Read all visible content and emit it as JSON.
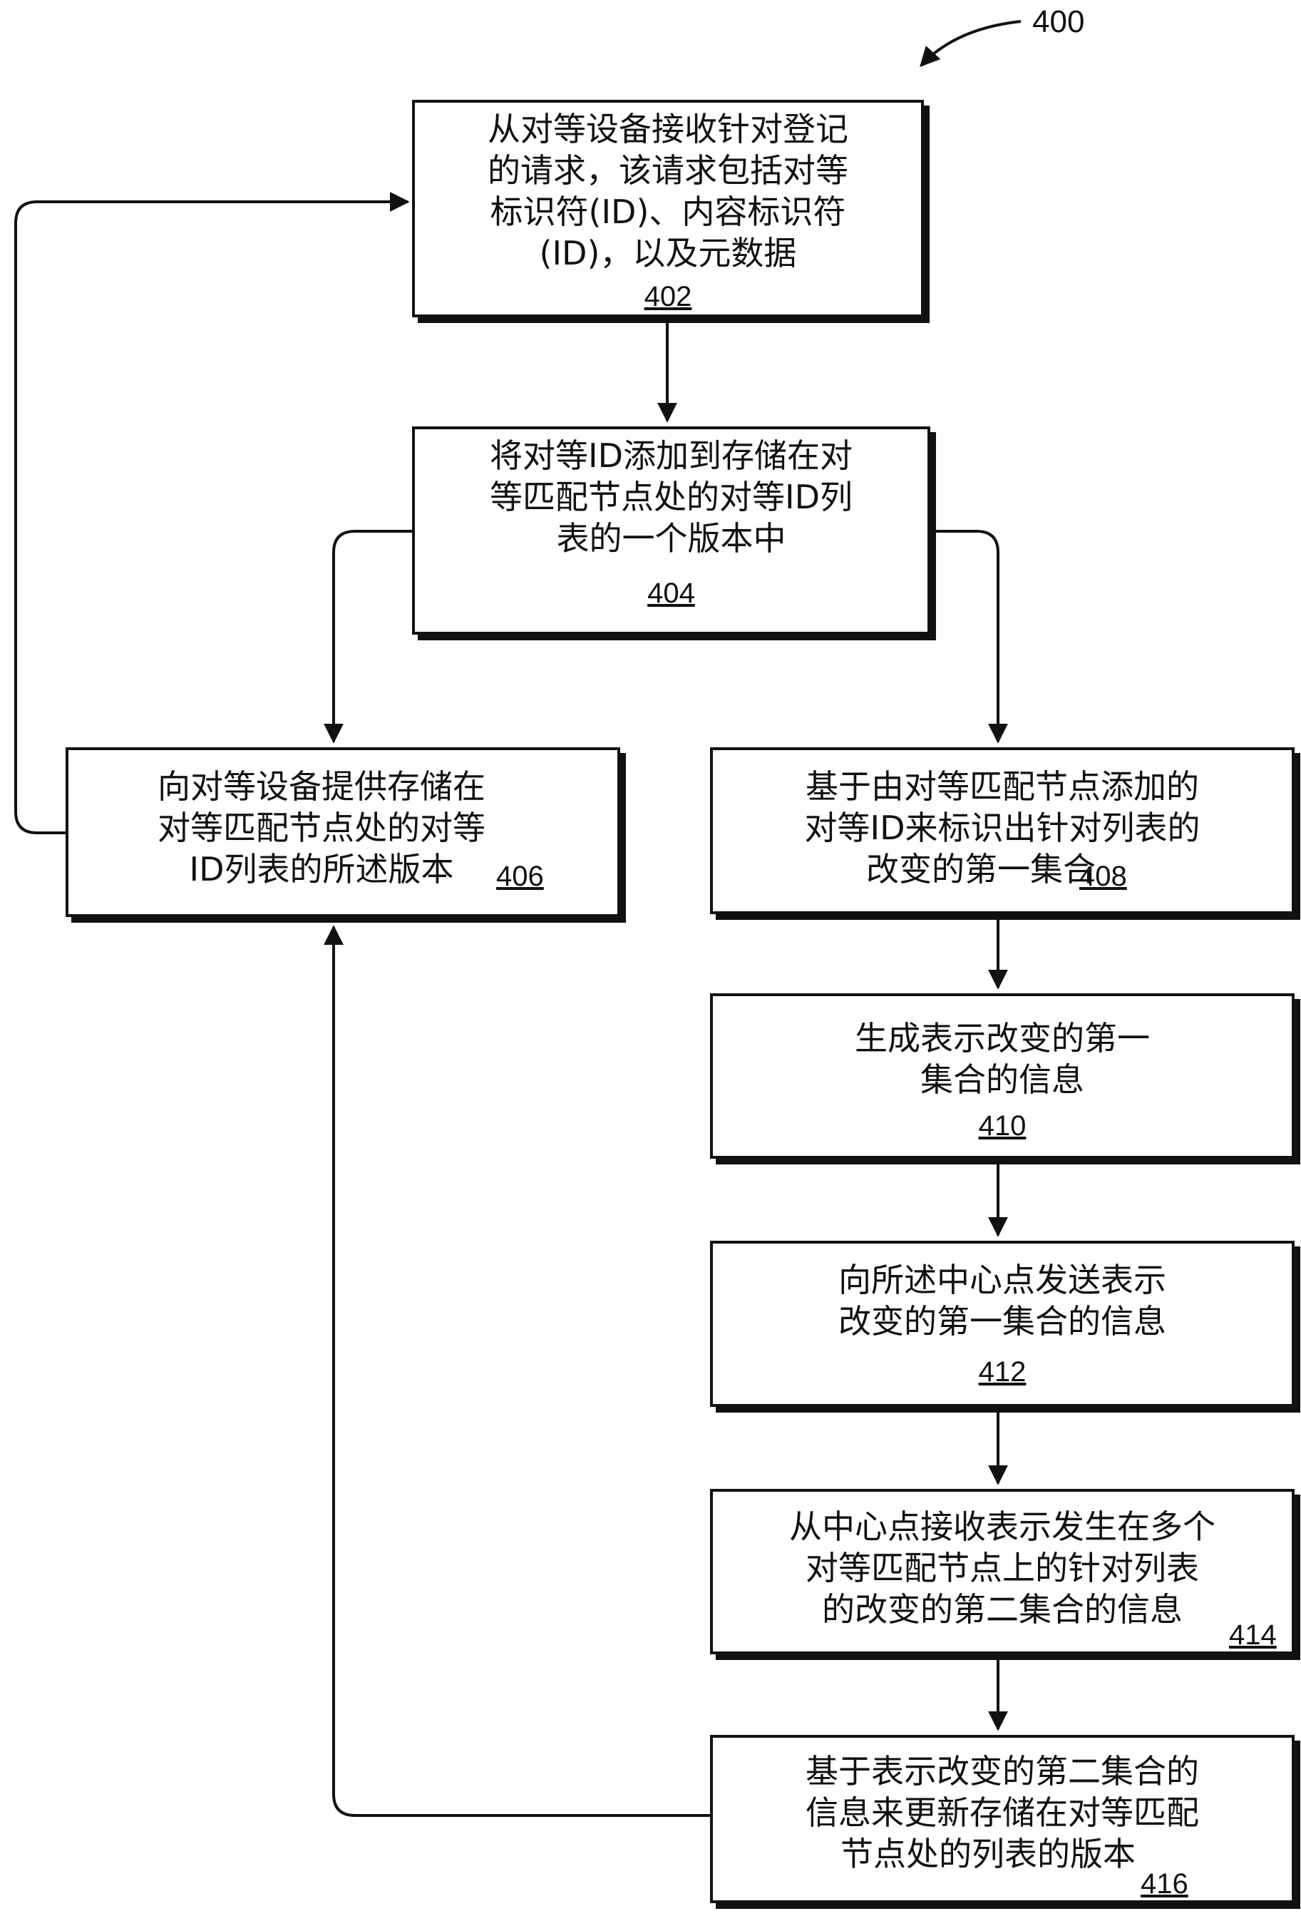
{
  "figure_number": "400",
  "steps": [
    {
      "id": "402",
      "lines": [
        "从对等设备接收针对登记",
        "的请求，该请求包括对等",
        "标识符(ID)、内容标识符",
        "(ID)，以及元数据"
      ],
      "ref": "402"
    },
    {
      "id": "404",
      "lines": [
        "将对等ID添加到存储在对",
        "等匹配节点处的对等ID列",
        "表的一个版本中"
      ],
      "ref": "404"
    },
    {
      "id": "406",
      "lines": [
        "向对等设备提供存储在",
        "对等匹配节点处的对等",
        "ID列表的所述版本"
      ],
      "ref": "406"
    },
    {
      "id": "408",
      "lines": [
        "基于由对等匹配节点添加的",
        "对等ID来标识出针对列表的",
        "改变的第一集合"
      ],
      "ref": "408"
    },
    {
      "id": "410",
      "lines": [
        "生成表示改变的第一",
        "集合的信息"
      ],
      "ref": "410"
    },
    {
      "id": "412",
      "lines": [
        "向所述中心点发送表示",
        "改变的第一集合的信息"
      ],
      "ref": "412"
    },
    {
      "id": "414",
      "lines": [
        "从中心点接收表示发生在多个",
        "对等匹配节点上的针对列表",
        "的改变的第二集合的信息"
      ],
      "ref": "414"
    },
    {
      "id": "416",
      "lines": [
        "基于表示改变的第二集合的",
        "信息来更新存储在对等匹配",
        "节点处的列表的版本"
      ],
      "ref": "416"
    }
  ]
}
